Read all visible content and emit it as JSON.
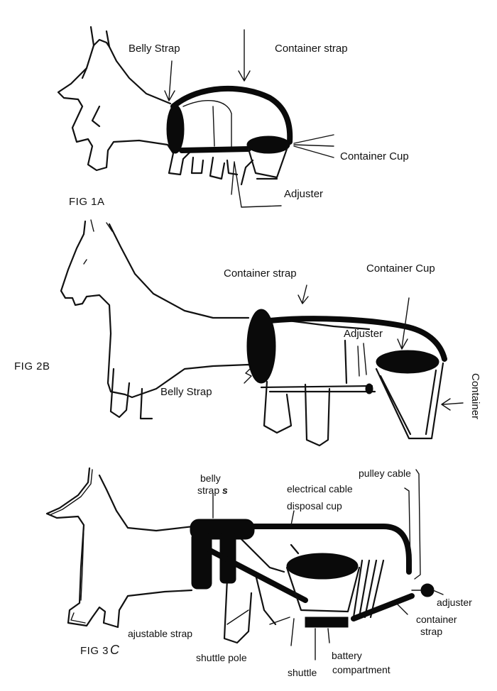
{
  "figures": [
    {
      "id": "fig1a",
      "caption": "FIG 1A",
      "labels": {
        "belly_strap": "Belly Strap",
        "container_strap": "Container strap",
        "container_cup": "Container Cup",
        "adjuster": "Adjuster"
      }
    },
    {
      "id": "fig2b",
      "caption": "FIG  2B",
      "labels": {
        "container_strap": "Container strap",
        "container_cup": "Container Cup",
        "adjuster": "Adjuster",
        "belly_strap": "Belly Strap",
        "container": "Container"
      }
    },
    {
      "id": "fig3c",
      "caption": "FIG  3",
      "caption_mark": "C",
      "labels": {
        "pulley_cable": "pulley cable",
        "belly_straps_line1": "belly",
        "belly_straps_line2": "strap",
        "belly_straps_mark": "s",
        "electrical_cable": "electrical  cable",
        "disposal_cup": "disposal cup",
        "adjuster": "adjuster",
        "container_strap_line1": "container",
        "container_strap_line2": "strap",
        "ajustable_strap": "ajustable strap",
        "shuttle_pole": "shuttle    pole",
        "battery_line1": "battery",
        "battery_line2": "compartment",
        "shuttle": "shuttle"
      }
    }
  ]
}
